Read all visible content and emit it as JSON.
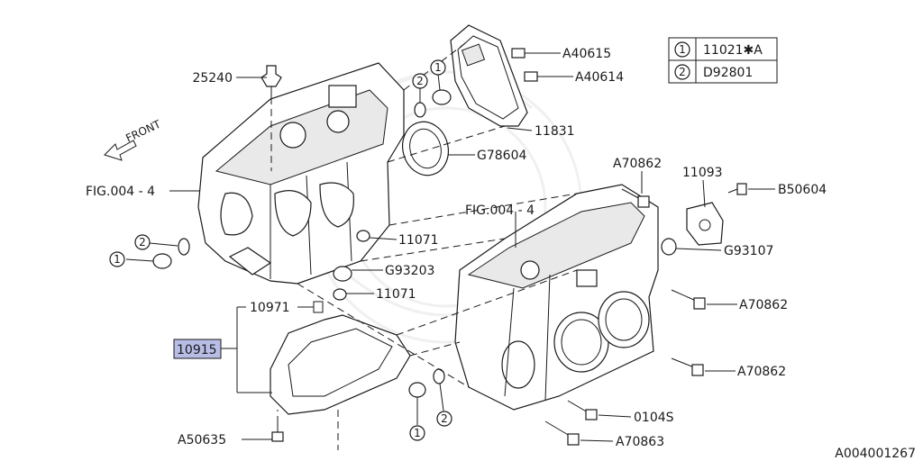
{
  "diagram": {
    "doc_code": "A004001267",
    "legend": [
      {
        "marker": "1",
        "code": "11021✱A"
      },
      {
        "marker": "2",
        "code": "D92801"
      }
    ],
    "front_label": "FRONT",
    "labels": {
      "p25240": "25240",
      "a40615": "A40615",
      "a40614": "A40614",
      "p11831": "11831",
      "g78604": "G78604",
      "fig_left": "FIG.004 - 4",
      "fig_right": "FIG.004 - 4",
      "p11071_a": "11071",
      "p11071_b": "11071",
      "g93203": "G93203",
      "p10971": "10971",
      "p10915": "10915",
      "a50635": "A50635",
      "a70862_top": "A70862",
      "p11093": "11093",
      "b50604": "B50604",
      "g93107": "G93107",
      "a70862_mid": "A70862",
      "a70862_low": "A70862",
      "p0104s": "0104S",
      "a70863": "A70863"
    },
    "markers": {
      "left_1": "1",
      "left_2": "2",
      "top_1": "1",
      "top_2": "2",
      "bottom_1": "1",
      "bottom_2": "2"
    }
  }
}
